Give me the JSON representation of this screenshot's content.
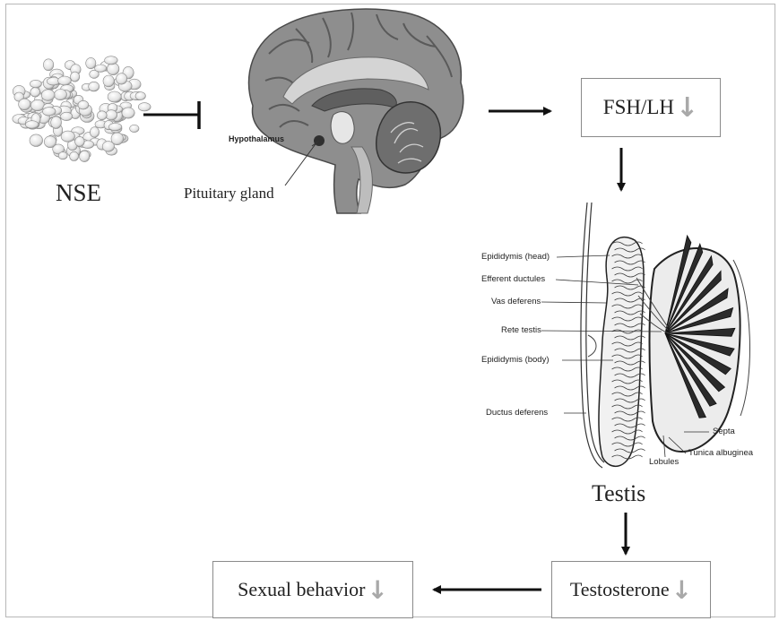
{
  "nse": {
    "label": "NSE"
  },
  "brain": {
    "hypothalamus_label": "Hypothalamus",
    "pituitary_label": "Pituitary gland"
  },
  "hormones": {
    "label": "FSH/LH",
    "indicator": "↓"
  },
  "testis": {
    "title": "Testis",
    "labels": {
      "epididymis_head": "Epididymis (head)",
      "efferent_ductules": "Efferent ductules",
      "vas_deferens": "Vas deferens",
      "rete_testis": "Rete testis",
      "epididymis_body": "Epididymis (body)",
      "ductus_deferens": "Ductus deferens",
      "septa": "Septa",
      "tunica_albuginea": "Tunica albuginea",
      "lobules": "Lobules"
    }
  },
  "testosterone": {
    "label": "Testosterone",
    "indicator": "↓"
  },
  "sexual_behavior": {
    "label": "Sexual behavior",
    "indicator": "↓"
  }
}
